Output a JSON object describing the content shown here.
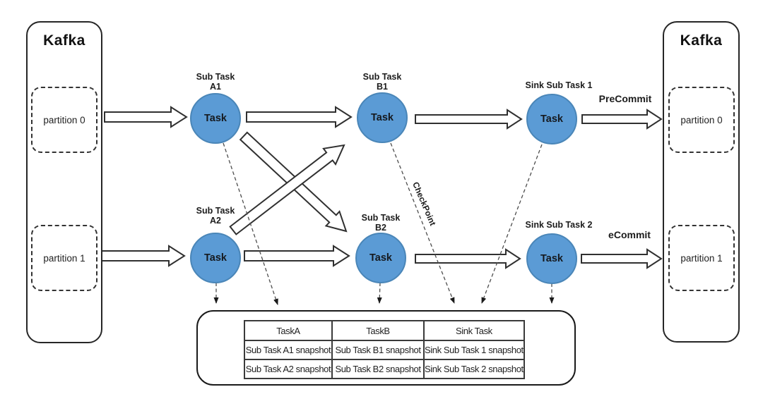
{
  "left_kafka": {
    "title": "Kafka",
    "partition0": "partition 0",
    "partition1": "partition 1"
  },
  "right_kafka": {
    "title": "Kafka",
    "partition0": "partition 0",
    "partition1": "partition 1"
  },
  "nodes": {
    "a1": {
      "line1": "Sub Task",
      "line2": "A1",
      "task": "Task"
    },
    "a2": {
      "line1": "Sub Task",
      "line2": "A2",
      "task": "Task"
    },
    "b1": {
      "line1": "Sub Task",
      "line2": "B1",
      "task": "Task"
    },
    "b2": {
      "line1": "Sub Task",
      "line2": "B2",
      "task": "Task"
    },
    "sink1": {
      "label": "Sink Sub Task 1",
      "task": "Task"
    },
    "sink2": {
      "label": "Sink Sub Task 2",
      "task": "Task"
    }
  },
  "edge_labels": {
    "precommit": "PreCommit",
    "commit": "eCommit",
    "checkpoint": "CheckPoint"
  },
  "snapshot_store": {
    "headers": [
      "TaskA",
      "TaskB",
      "Sink Task"
    ],
    "rows": [
      [
        "Sub Task A1 snapshot",
        "Sub Task B1 snapshot",
        "Sink Sub Task 1 snapshot"
      ],
      [
        "Sub Task A2 snapshot",
        "Sub Task B2 snapshot",
        "Sink Sub Task 2 snapshot"
      ]
    ]
  },
  "colors": {
    "task_fill": "#5b9bd5",
    "task_border": "#4a86b8",
    "line": "#303030"
  }
}
